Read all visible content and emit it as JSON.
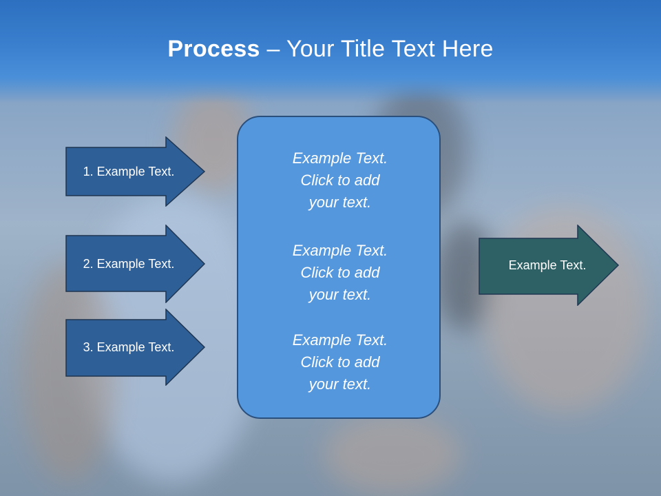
{
  "title": {
    "bold": "Process",
    "rest": " – Your Title Text Here"
  },
  "left_arrows": [
    {
      "label": "1. Example Text."
    },
    {
      "label": "2. Example Text."
    },
    {
      "label": "3. Example Text."
    }
  ],
  "center": [
    {
      "line1": "Example Text.",
      "line2": "Click  to add",
      "line3": "your text."
    },
    {
      "line1": "Example Text.",
      "line2": "Click  to add",
      "line3": "your text."
    },
    {
      "line1": "Example Text.",
      "line2": "Click  to add",
      "line3": "your text."
    }
  ],
  "right_arrow": {
    "label": "Example Text."
  },
  "colors": {
    "header": "#2d6fc0",
    "left_arrow_fill": "#2f5f97",
    "right_arrow_fill": "#2d6166",
    "center_fill": "#5597dc",
    "outline": "#1f3550"
  }
}
